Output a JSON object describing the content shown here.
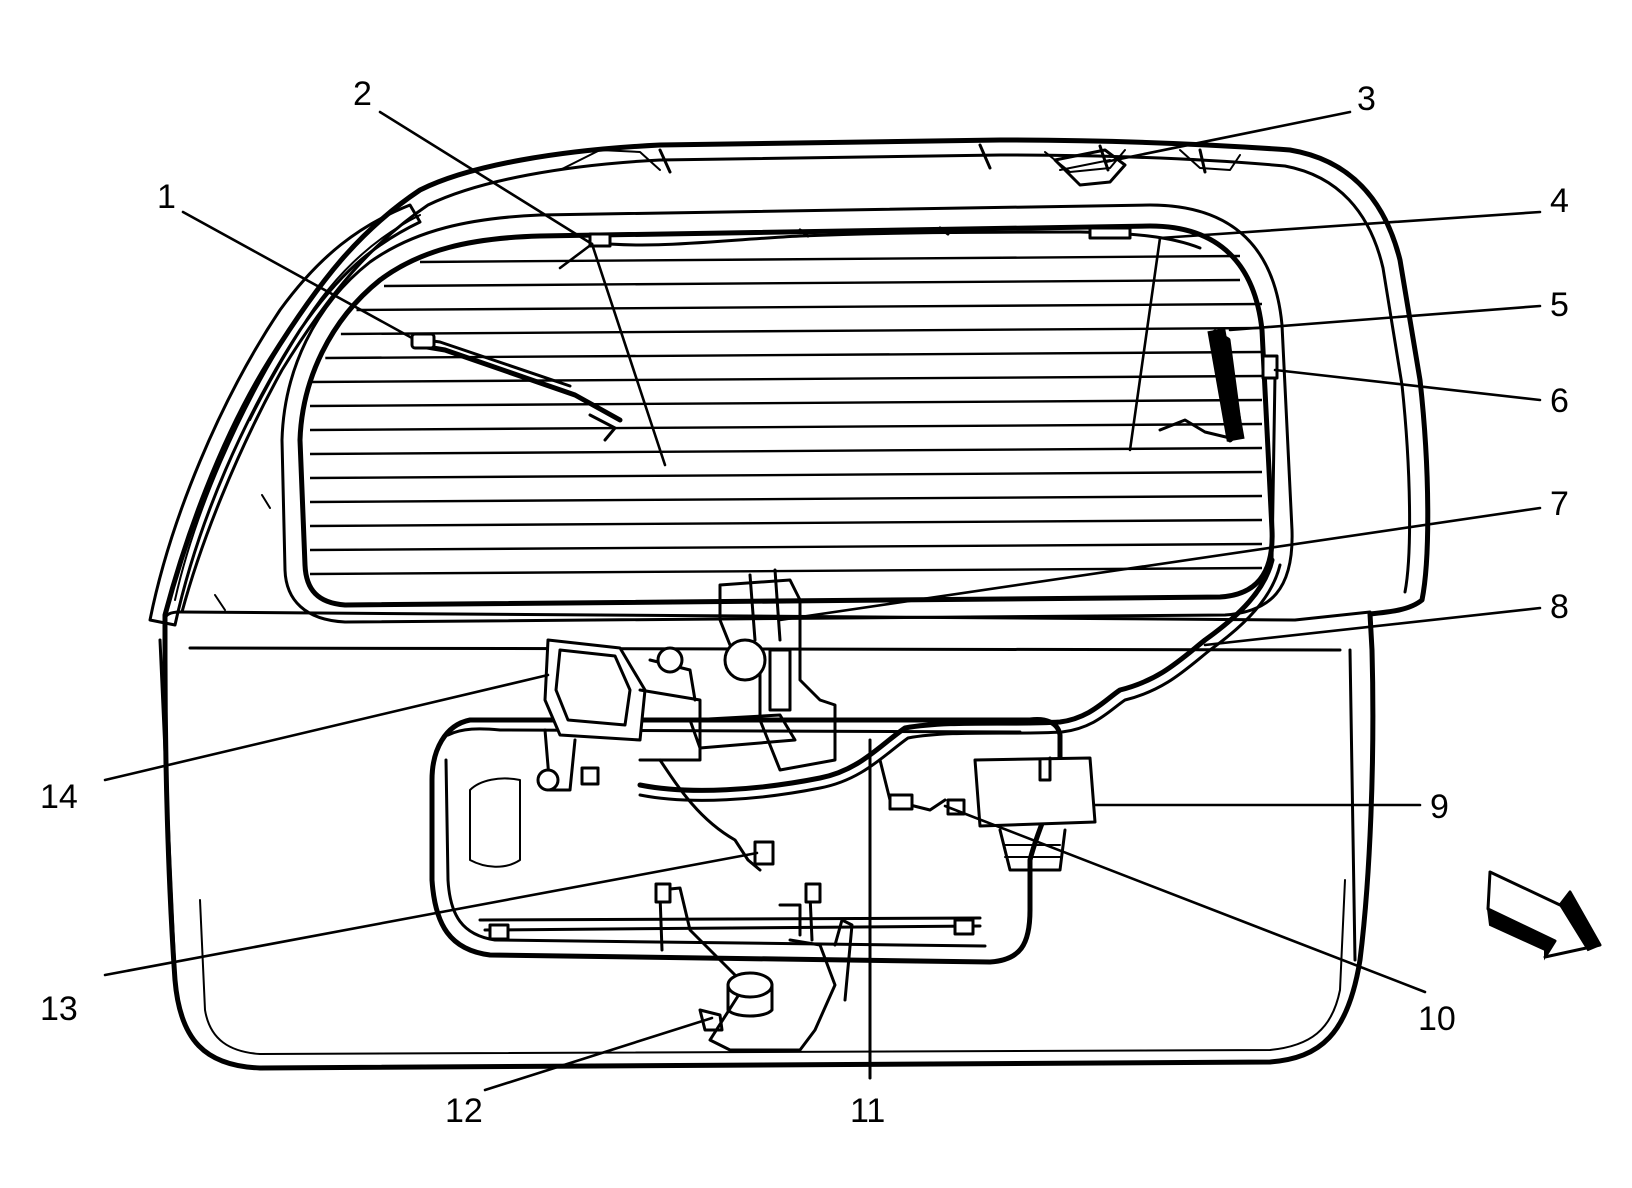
{
  "callouts": [
    {
      "label": "1"
    },
    {
      "label": "2"
    },
    {
      "label": "3"
    },
    {
      "label": "4"
    },
    {
      "label": "5"
    },
    {
      "label": "6"
    },
    {
      "label": "7"
    },
    {
      "label": "8"
    },
    {
      "label": "9"
    },
    {
      "label": "10"
    },
    {
      "label": "11"
    },
    {
      "label": "12"
    },
    {
      "label": "13"
    },
    {
      "label": "14"
    }
  ],
  "icons": {
    "orientation_arrow": "front-direction-arrow-icon"
  },
  "colors": {
    "ink": "#000000",
    "paper": "#ffffff"
  }
}
